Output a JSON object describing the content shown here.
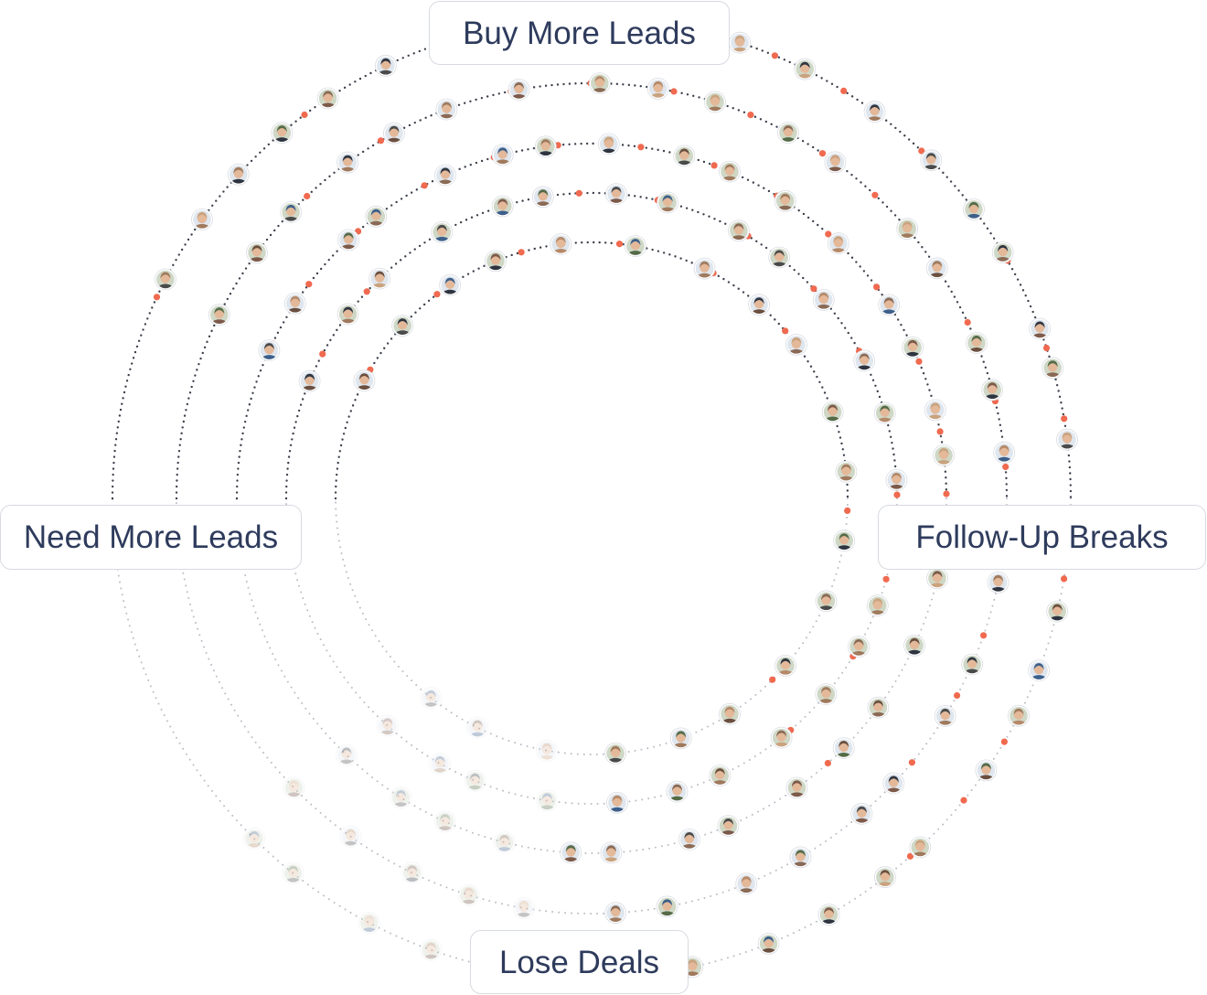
{
  "stages": {
    "top": "Buy More Leads",
    "right": "Follow-Up Breaks",
    "bottom": "Lose Deals",
    "left": "Need More Leads"
  },
  "colors": {
    "label_text": "#2e3b5c",
    "label_border": "#d7dae0",
    "label_bg": "#ffffff",
    "orbit_dark": "#3b3f4a",
    "orbit_light": "#b9bcc4",
    "accent_dot": "#f06a50",
    "avatar_palette": [
      "#6b4f3f",
      "#a07a5e",
      "#2f3540",
      "#8a6a55",
      "#c9a37f",
      "#556b48",
      "#3d5f8a",
      "#7d5a4a",
      "#b58a6a",
      "#4a4a4a"
    ]
  },
  "orbits": [
    {
      "name": "orbit-1",
      "avatar_count": 36,
      "accent_count": 22
    },
    {
      "name": "orbit-2",
      "avatar_count": 32,
      "accent_count": 20
    },
    {
      "name": "orbit-3",
      "avatar_count": 30,
      "accent_count": 18
    },
    {
      "name": "orbit-4",
      "avatar_count": 26,
      "accent_count": 14
    },
    {
      "name": "orbit-5",
      "avatar_count": 20,
      "accent_count": 10
    }
  ]
}
